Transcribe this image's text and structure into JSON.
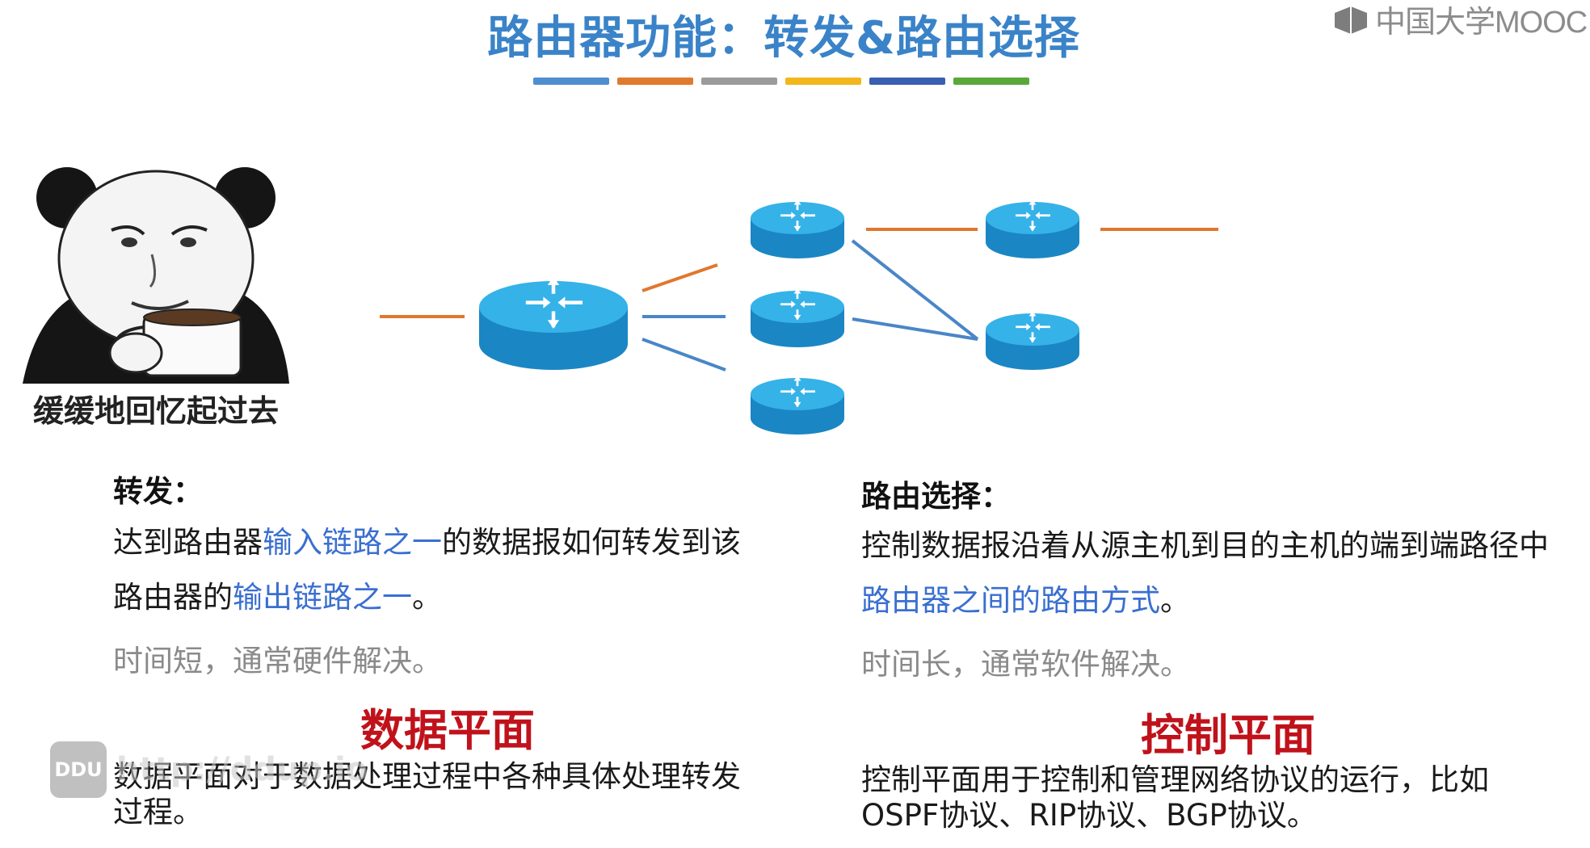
{
  "title": "路由器功能：转发&路由选择",
  "title_bar_colors": [
    "#4f8fd0",
    "#e07a2e",
    "#9b9b9b",
    "#f2b71c",
    "#3a5fb0",
    "#5aa83a"
  ],
  "logo": {
    "text": "中国大学MOOC"
  },
  "meme": {
    "caption": "缓缓地回忆起过去"
  },
  "network": {
    "router_color": "#29a9e1",
    "link_colors": [
      "#e0772e",
      "#4a86c7"
    ]
  },
  "forwarding": {
    "heading": "转发：",
    "line1_pre": "达到路由器",
    "line1_hl": "输入链路之一",
    "line1_post": "的数据报如何转发到该",
    "line2_pre": "路由器的",
    "line2_hl": "输出链路之一",
    "line2_post": "。",
    "note": "时间短，通常硬件解决。",
    "plane_title": "数据平面",
    "plane_desc_1": "数据平面对于数据处理过程中各种具体处理转发",
    "plane_desc_2": "过程。"
  },
  "routing": {
    "heading": "路由选择：",
    "line1": "控制数据报沿着从源主机到目的主机的端到端路径中",
    "line2_hl": "路由器之间的路由方式",
    "line2_post": "。",
    "note": "时间长，通常软件解决。",
    "plane_title": "控制平面",
    "plane_desc_1": "控制平面用于控制和管理网络协议的运行，比如",
    "plane_desc_2": "OSPF协议、RIP协议、BGP协议。"
  },
  "watermark": {
    "badge": "DDU",
    "url": "http://ddup.io"
  }
}
